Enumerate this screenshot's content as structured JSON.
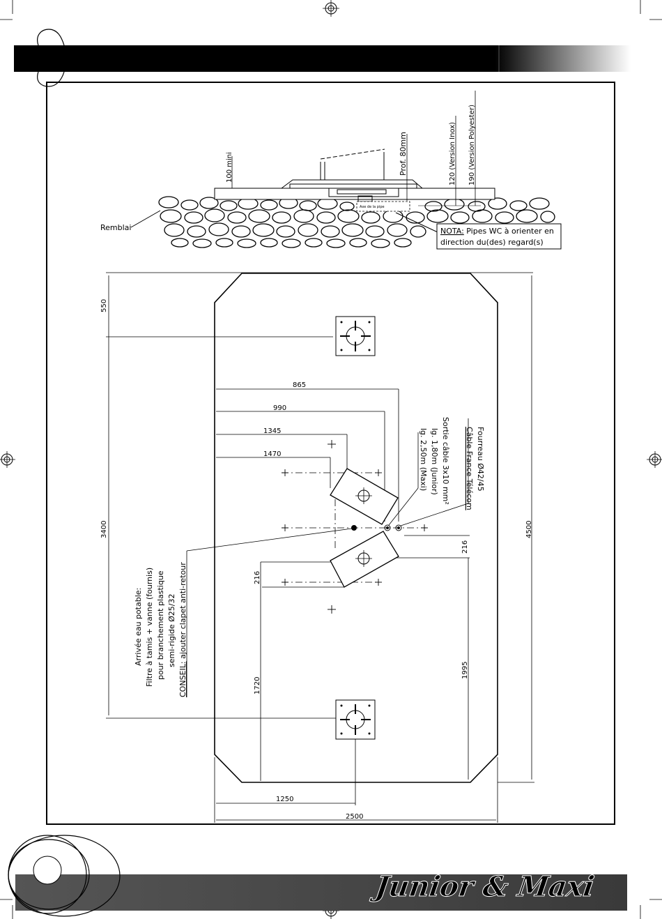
{
  "footer": {
    "brand": "Junior & Maxi"
  },
  "section": {
    "remblai": "Remblai",
    "dim_100": "100 mini",
    "prof": "Prof. 80mm",
    "v_inox": "120 (Version Inox)",
    "v_poly": "190 (Version Polyester)",
    "axe": "Axe de la pipe",
    "nota_label": "NOTA:",
    "nota_line1": " Pipes WC à orienter en",
    "nota_line2": "direction du(des) regard(s)"
  },
  "plan": {
    "dims": {
      "d550": "550",
      "d3400": "3400",
      "d4500": "4500",
      "d865": "865",
      "d990": "990",
      "d1345": "1345",
      "d1470": "1470",
      "d216a": "216",
      "d216b": "216",
      "d1720": "1720",
      "d1995": "1995",
      "d1250": "1250",
      "d2500": "2500"
    },
    "fourreau": [
      "Fourreau Ø42/45",
      "Câble France Télécom"
    ],
    "sortie": [
      "Sortie câble 3x10 mm²",
      "lg. 1,80m (Junior)",
      "lg. 2,50m (Maxi)"
    ],
    "arrivee": [
      "Arrivée eau potable:",
      "Filtre à tamis + vanne (fournis)",
      "pour branchement plastique",
      "semi-rigide Ø25/32"
    ],
    "conseil_label": "CONSEIL:",
    "conseil_text": " ajouter clapet anti-retour"
  },
  "colors": {
    "header_bar": "#000000",
    "footer_bar": "#444444"
  }
}
